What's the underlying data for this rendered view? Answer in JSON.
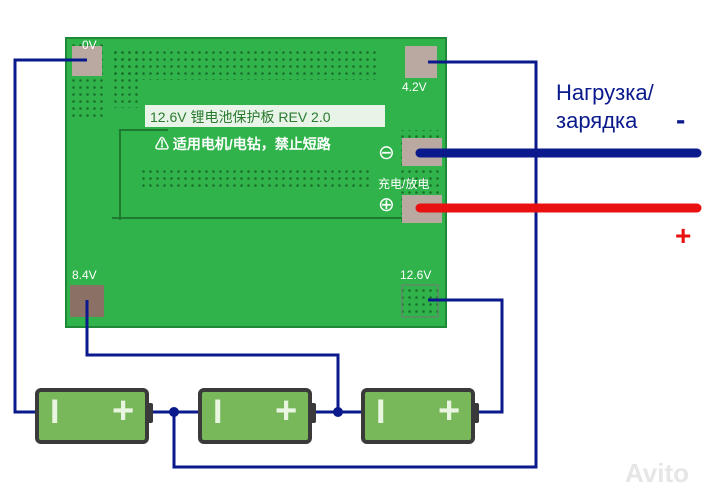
{
  "board": {
    "pad_top_left": "0V",
    "pad_top_right": "4.2V",
    "pad_bottom_left": "8.4V",
    "pad_bottom_right": "12.6V",
    "title": "12.6V 锂电池保护板 REV 2.0",
    "warning": "适用电机/电钻，禁止短路",
    "charge_discharge": "充电/放电",
    "minus_symbol": "⊖",
    "plus_symbol": "⊕"
  },
  "load": {
    "line1": "Нагрузка/",
    "line2": "зарядка",
    "minus": "-",
    "plus": "+"
  },
  "battery": {
    "minus": "I",
    "plus": "+"
  },
  "watermark": "Avito",
  "colors": {
    "board": "#2fb34a",
    "wire": "#0a1a8c",
    "red_wire": "#e81010",
    "battery": "#79b75b"
  }
}
